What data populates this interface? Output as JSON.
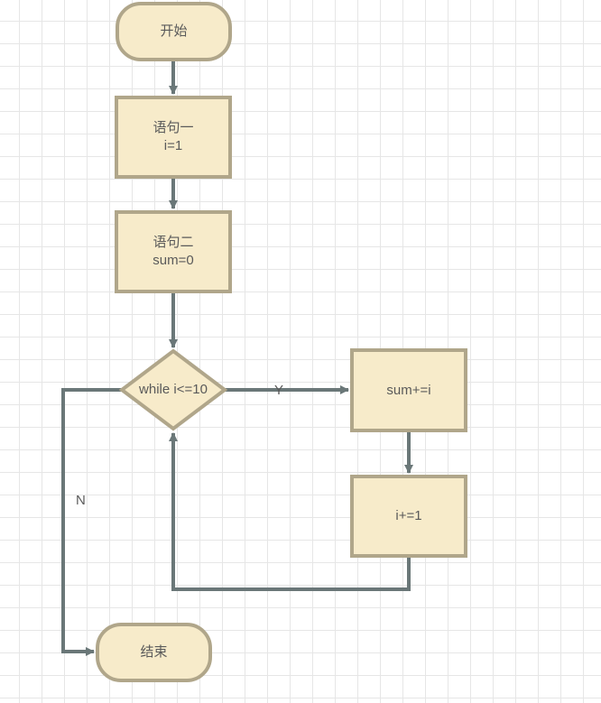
{
  "nodes": {
    "start": {
      "text": "开始"
    },
    "stmt1": {
      "line1": "语句一",
      "line2": "i=1"
    },
    "stmt2": {
      "line1": "语句二",
      "line2": "sum=0"
    },
    "cond": {
      "text": "while i<=10"
    },
    "sum": {
      "text": "sum+=i"
    },
    "inc": {
      "text": "i+=1"
    },
    "end": {
      "text": "结束"
    }
  },
  "edges": {
    "yes_label": "Y",
    "no_label": "N"
  },
  "colors": {
    "node_fill": "#f7ebca",
    "node_stroke": "#b0a68a",
    "edge": "#6a7778",
    "text": "#5a5a5a"
  }
}
